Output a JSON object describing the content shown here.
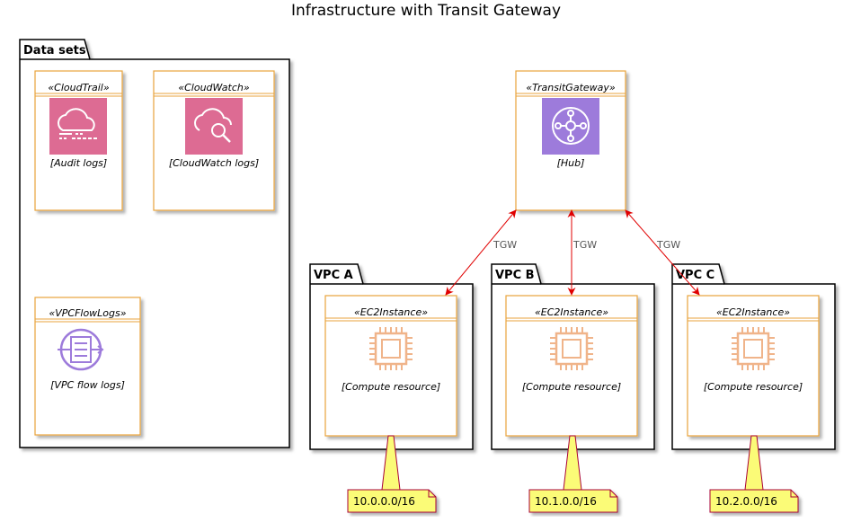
{
  "title": "Infrastructure with Transit Gateway",
  "colors": {
    "component_border": "#e8a33d",
    "arrow": "#e00000",
    "note_fill": "#fbfb77",
    "note_border": "#a80036",
    "cloud_icon_bg": "#dd6b93",
    "tgw_icon_bg": "#9d7bdb",
    "flow_icon": "#9d7bdb",
    "ec2_icon": "#f0b48a"
  },
  "packages": {
    "datasets": {
      "label": "Data sets"
    },
    "vpc_a": {
      "label": "VPC A"
    },
    "vpc_b": {
      "label": "VPC B"
    },
    "vpc_c": {
      "label": "VPC C"
    }
  },
  "components": {
    "cloudtrail": {
      "stereotype": "«CloudTrail»",
      "desc": "[Audit logs]",
      "icon": "cloudtrail-icon"
    },
    "cloudwatch": {
      "stereotype": "«CloudWatch»",
      "desc": "[CloudWatch logs]",
      "icon": "cloudwatch-icon"
    },
    "flowlogs": {
      "stereotype": "«VPCFlowLogs»",
      "desc": "[VPC flow logs]",
      "icon": "vpc-flow-logs-icon"
    },
    "hub": {
      "stereotype": "«TransitGateway»",
      "desc": "[Hub]",
      "icon": "transit-gateway-icon"
    },
    "ec2_a": {
      "stereotype": "«EC2Instance»",
      "desc": "[Compute resource]",
      "icon": "ec2-chip-icon"
    },
    "ec2_b": {
      "stereotype": "«EC2Instance»",
      "desc": "[Compute resource]",
      "icon": "ec2-chip-icon"
    },
    "ec2_c": {
      "stereotype": "«EC2Instance»",
      "desc": "[Compute resource]",
      "icon": "ec2-chip-icon"
    }
  },
  "edges": {
    "a": {
      "label": "TGW"
    },
    "b": {
      "label": "TGW"
    },
    "c": {
      "label": "TGW"
    }
  },
  "notes": {
    "a": "10.0.0.0/16",
    "b": "10.1.0.0/16",
    "c": "10.2.0.0/16"
  }
}
